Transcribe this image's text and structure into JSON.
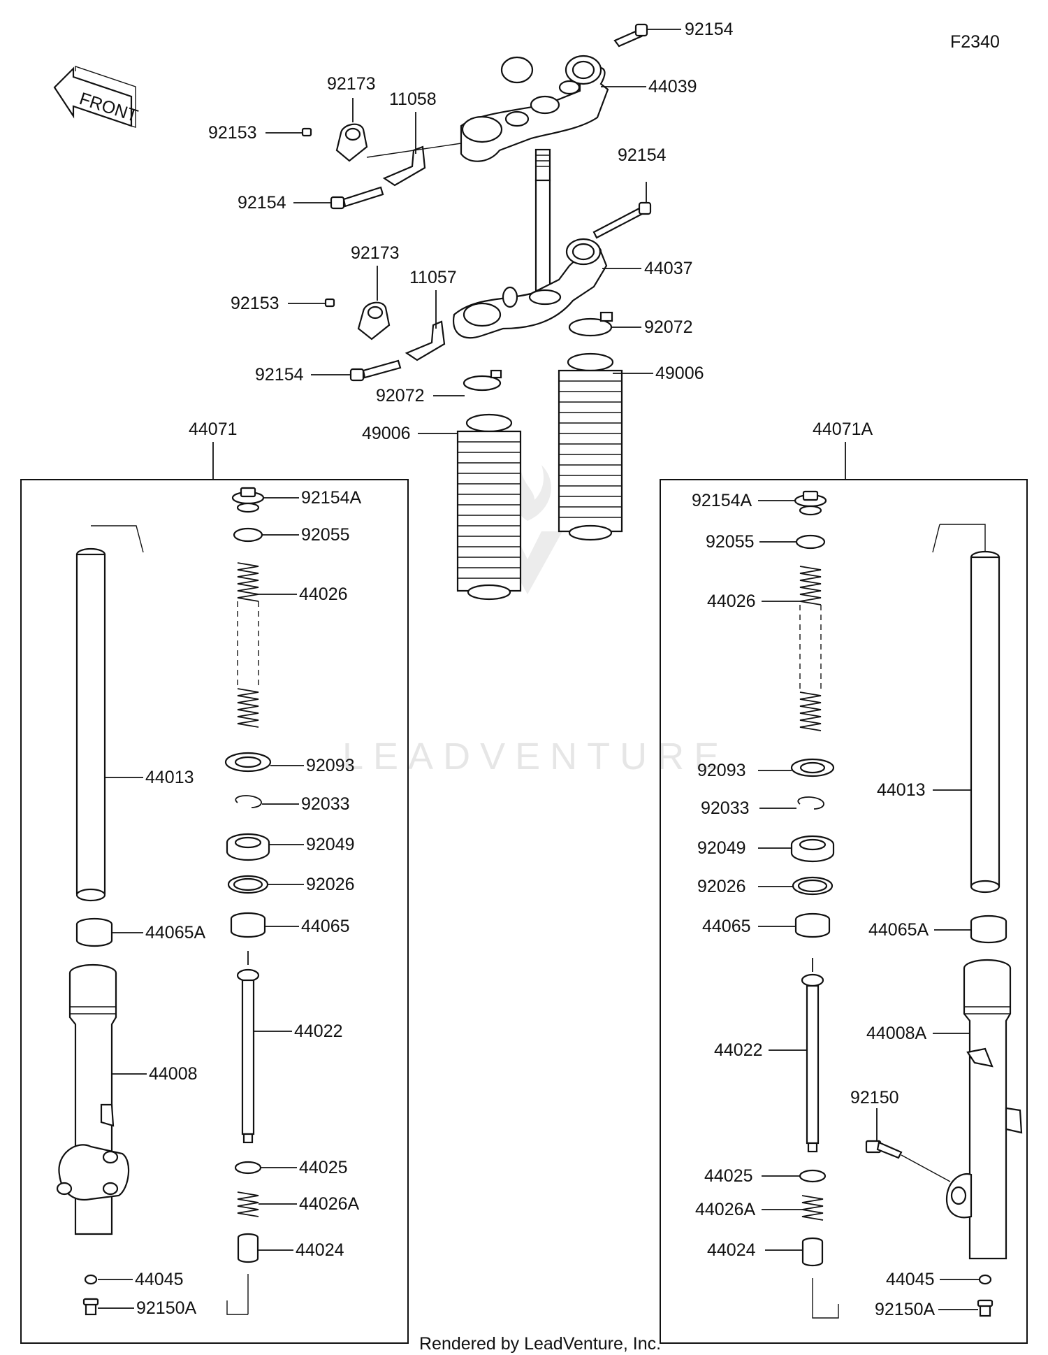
{
  "diagram_code": "F2340",
  "front_arrow_label": "FRONT",
  "watermark": "LEADVENTURE",
  "footer": "Rendered by LeadVenture, Inc.",
  "top_labels": {
    "p92154_top": "92154",
    "p44039": "44039",
    "p92173_a": "92173",
    "p11058": "11058",
    "p92153_a": "92153",
    "p92154_a": "92154",
    "p92154_b": "92154",
    "p44037": "44037",
    "p92173_b": "92173",
    "p11057": "11057",
    "p92153_b": "92153",
    "p92072_a": "92072",
    "p92154_c": "92154",
    "p49006_a": "49006",
    "p92072_b": "92072",
    "p49006_b": "49006"
  },
  "left_group": {
    "label": "44071",
    "parts": {
      "p92154A": "92154A",
      "p92055": "92055",
      "p44026": "44026",
      "p44013": "44013",
      "p92093": "92093",
      "p92033": "92033",
      "p92049": "92049",
      "p92026": "92026",
      "p44065A": "44065A",
      "p44065": "44065",
      "p44022": "44022",
      "p44008": "44008",
      "p44025": "44025",
      "p44026A": "44026A",
      "p44024": "44024",
      "p44045": "44045",
      "p92150A": "92150A"
    }
  },
  "right_group": {
    "label": "44071A",
    "parts": {
      "p92154A": "92154A",
      "p92055": "92055",
      "p44026": "44026",
      "p92093": "92093",
      "p44013": "44013",
      "p92033": "92033",
      "p92049": "92049",
      "p92026": "92026",
      "p44065": "44065",
      "p44065A": "44065A",
      "p44022": "44022",
      "p44008A": "44008A",
      "p92150": "92150",
      "p44025": "44025",
      "p44026A": "44026A",
      "p44024": "44024",
      "p44045": "44045",
      "p92150A": "92150A"
    }
  }
}
